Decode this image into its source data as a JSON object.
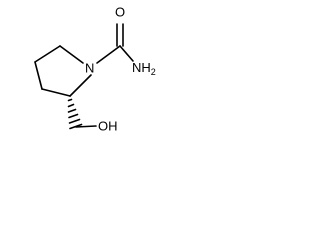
{
  "molecule": {
    "atoms": {
      "oxygen": "O",
      "nitrogen": "N",
      "amide_nitrogen": "NH",
      "amide_subscript": "2",
      "hydroxyl": "OH"
    },
    "colors": {
      "bond": "#000000",
      "label": "#000000",
      "background": "#ffffff"
    }
  }
}
